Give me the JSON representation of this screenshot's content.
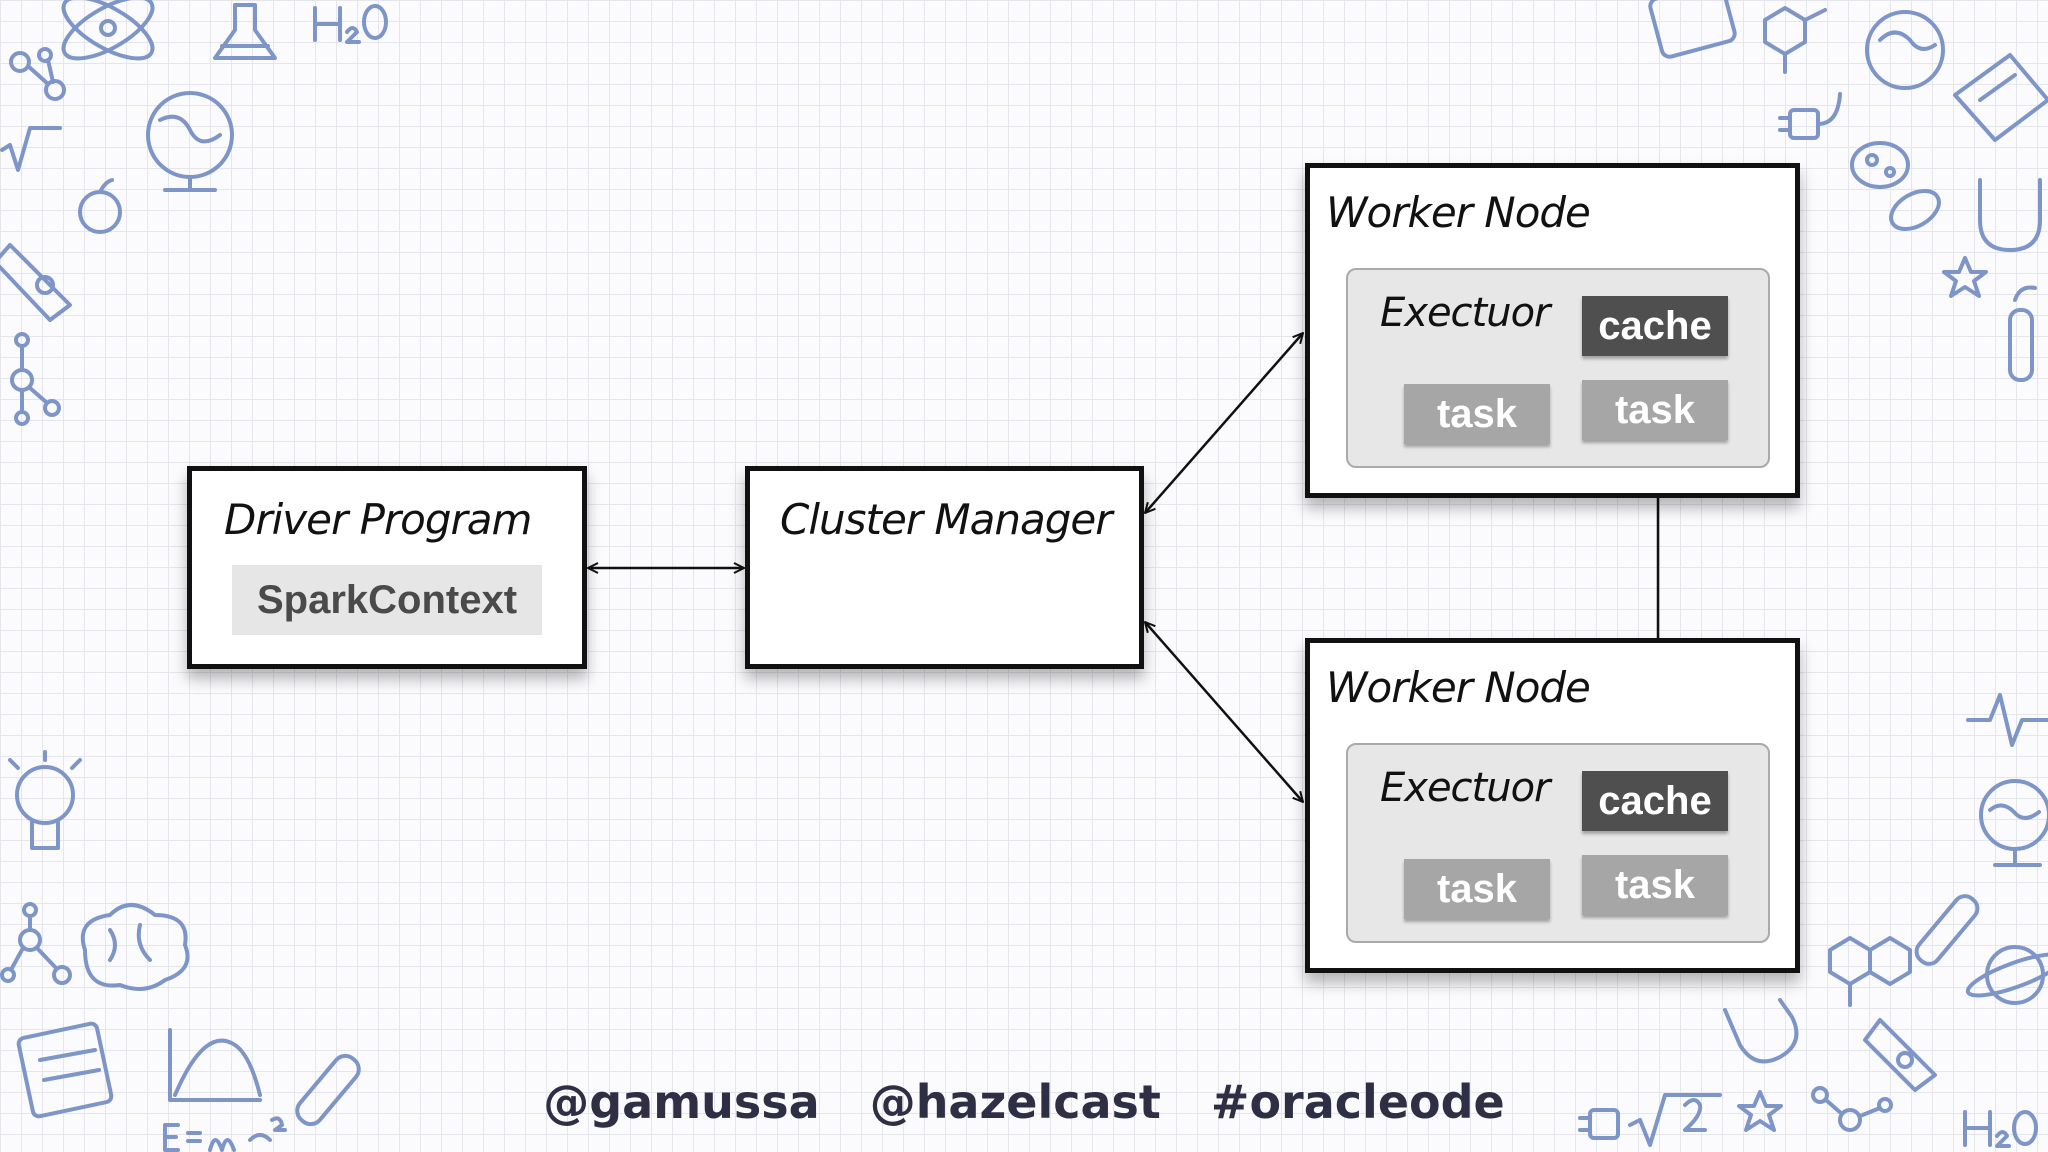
{
  "diagram": {
    "driver": {
      "title": "Driver Program",
      "context": "SparkContext"
    },
    "cluster_manager": {
      "title": "Cluster Manager"
    },
    "workers": [
      {
        "title": "Worker Node",
        "executor": "Exectuor",
        "cache": "cache",
        "tasks": [
          "task",
          "task"
        ]
      },
      {
        "title": "Worker Node",
        "executor": "Exectuor",
        "cache": "cache",
        "tasks": [
          "task",
          "task"
        ]
      }
    ]
  },
  "footer": {
    "handles": [
      "@gamussa",
      "@hazelcast",
      "#oracleode"
    ]
  },
  "colors": {
    "doodle": "#7e95c7",
    "cache_chip": "#4f4f4f",
    "task_chip": "#a6a6a6",
    "footer_text": "#2e2f44"
  },
  "icons": [
    "atom-icon",
    "flask-icon",
    "globe-icon",
    "lightbulb-icon",
    "brain-icon",
    "calculator-icon",
    "molecule-icon",
    "rocket-icon",
    "star-icon",
    "magnet-icon",
    "test-tube-icon",
    "plug-icon",
    "book-icon",
    "chart-icon",
    "bacteria-icon"
  ]
}
